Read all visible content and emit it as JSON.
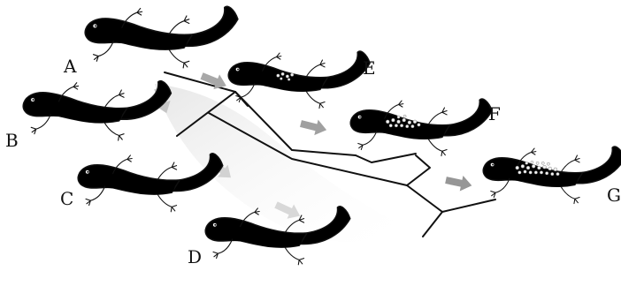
{
  "labels": {
    "a": "A",
    "b": "B",
    "c": "C",
    "d": "D",
    "e": "E",
    "f": "F",
    "g": "G"
  },
  "colors": {
    "dark_back": "#5a5a5a",
    "dark_belly": "#c9c9c9",
    "medium_back": "#8e8e8e",
    "medium_belly": "#d6d6d6",
    "light_back": "#c4c4c4",
    "light_belly": "#e2e2e2",
    "pale_back": "#ededed",
    "pale_belly": "#f6f6f6",
    "spots": "#f2f2f2",
    "arrow_dark": "#9a9a9a",
    "arrow_light": "#cfcfcf",
    "shadow": "#e8e8e8"
  }
}
